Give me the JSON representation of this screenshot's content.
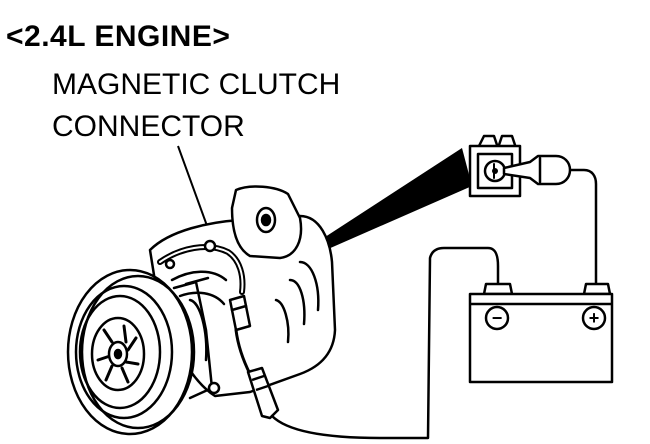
{
  "diagram": {
    "heading": "<2.4L ENGINE>",
    "callout_line1": "MAGNETIC CLUTCH",
    "callout_line2": "CONNECTOR",
    "battery": {
      "negative_symbol": "−",
      "positive_symbol": "+"
    },
    "colors": {
      "ink": "#000000",
      "paper": "#ffffff"
    }
  }
}
